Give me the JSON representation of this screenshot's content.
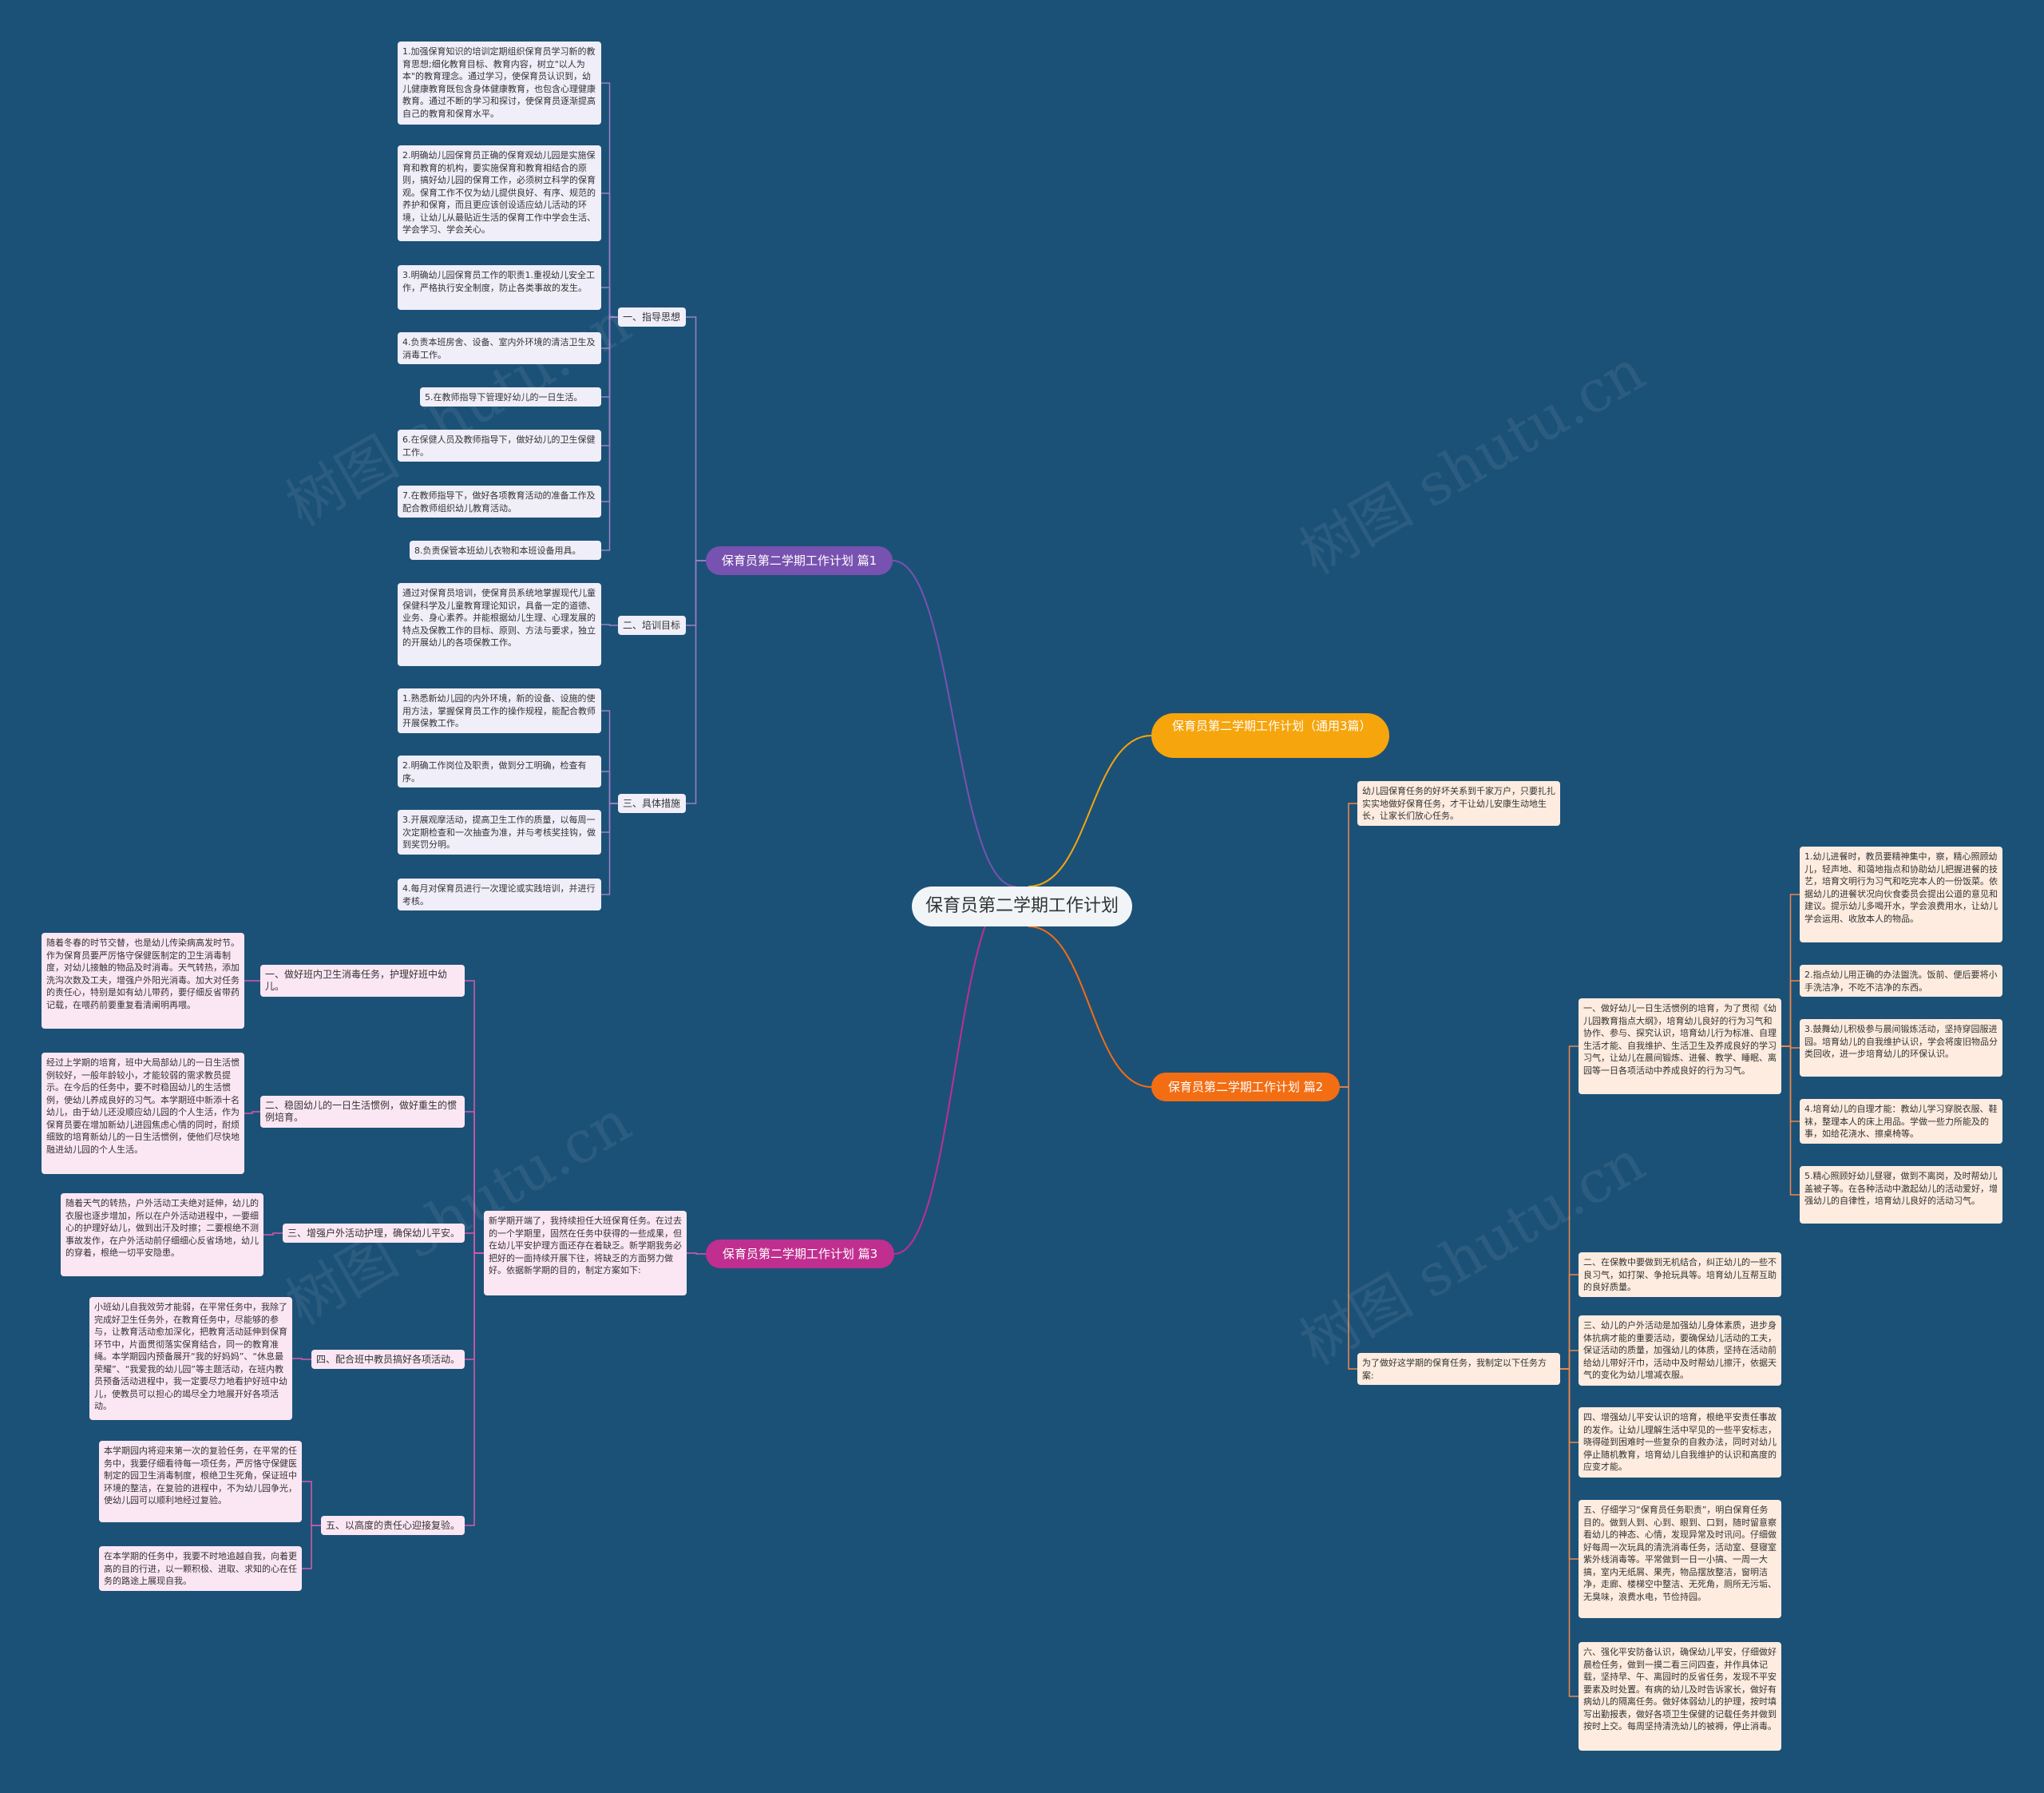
{
  "root": "保育员第二学期工作计划",
  "watermark": "树图 shutu.cn",
  "colors": {
    "background": "#1c5177",
    "branch1": "#7852b0",
    "branch2": "#f6a50c",
    "branch3": "#f36d13",
    "branch4": "#c02e8f"
  },
  "branch1": {
    "title": "保育员第二学期工作计划 篇1",
    "sec1": {
      "label": "一、指导思想",
      "items": [
        "1.加强保育知识的培训定期组织保育员学习新的教育思想;细化教育目标、教育内容，树立\"以人为本\"的教育理念。通过学习，使保育员认识到，幼儿健康教育既包含身体健康教育，也包含心理健康教育。通过不断的学习和探讨，使保育员逐渐提高自己的教育和保育水平。",
        "2.明确幼儿园保育员正确的保育观幼儿园是实施保育和教育的机构，要实施保育和教育相结合的原则，搞好幼儿园的保育工作，必须树立科学的保育观。保育工作不仅为幼儿提供良好、有序、规范的养护和保育，而且更应该创设适应幼儿活动的环境，让幼儿从最贴近生活的保育工作中学会生活、学会学习、学会关心。",
        "3.明确幼儿园保育员工作的职责1.重视幼儿安全工作，严格执行安全制度，防止各类事故的发生。",
        "4.负责本班房舍、设备、室内外环境的清洁卫生及消毒工作。",
        "5.在教师指导下管理好幼儿的一日生活。",
        "6.在保健人员及教师指导下，做好幼儿的卫生保健工作。",
        "7.在教师指导下，做好各项教育活动的准备工作及配合教师组织幼儿教育活动。",
        "8.负责保管本班幼儿衣物和本班设备用具。"
      ]
    },
    "sec2": {
      "label": "二、培训目标",
      "items": [
        "通过对保育员培训，使保育员系统地掌握现代儿童保健科学及儿童教育理论知识，具备一定的道德、业务、身心素养。并能根据幼儿生理、心理发展的特点及保教工作的目标、原则、方法与要求，独立的开展幼儿的各项保教工作。"
      ]
    },
    "sec3": {
      "label": "三、具体措施",
      "items": [
        "1.熟悉新幼儿园的内外环境，新的设备、设施的使用方法，掌握保育员工作的操作规程，能配合教师开展保教工作。",
        "2.明确工作岗位及职责，做到分工明确，检查有序。",
        "3.开展观摩活动，提高卫生工作的质量，以每周一次定期检查和一次抽查为准，并与考核奖挂钩，做到奖罚分明。",
        "4.每月对保育员进行一次理论或实践培训，并进行考核。"
      ]
    }
  },
  "branch2": {
    "title": "保育员第二学期工作计划（通用3篇）"
  },
  "branch3": {
    "title": "保育员第二学期工作计划 篇2",
    "intro": "幼儿园保育任务的好坏关系到千家万户，只要扎扎实实地做好保育任务，才干让幼儿安康生动地生长，让家长们放心任务。",
    "plan": "为了做好这学期的保育任务，我制定以下任务方案:",
    "items": [
      "一、做好幼儿一日生活惯例的培育，为了贯彻《幼儿园教育指点大纲》，培育幼儿良好的行为习气和协作、参与、探究认识，培育幼儿行为标准、自理生活才能、自我维护、生活卫生及养成良好的学习习气，让幼儿在晨间锻炼、进餐、教学、睡眠、离园等一日各项活动中养成良好的行为习气。",
      "二、在保教中要做到无机结合，纠正幼儿的一些不良习气，如打架、争抢玩具等。培育幼儿互帮互助的良好质量。",
      "三、幼儿的户外活动是加强幼儿身体素质，进步身体抗病才能的重要活动，要确保幼儿活动的工夫，保证活动的质量，加强幼儿的体质，坚持在活动前给幼儿带好汗巾，活动中及时帮幼儿擦汗，依据天气的变化为幼儿增减衣服。",
      "四、增强幼儿平安认识的培育，根绝平安责任事故的发作。让幼儿理解生活中罕见的一些平安标志，晓得碰到困难时一些复杂的自救办法，同时对幼儿停止随机教育，培育幼儿自我维护的认识和高度的应变才能。",
      "五、仔细学习“保育员任务职责”，明白保育任务目的。做到人到、心到、眼到、口到，随时留意察看幼儿的神态、心情，发现异常及时讯问。仔细做好每周一次玩具的清洗消毒任务，活动室、昼寝室紫外线消毒等。平常做到一日一小搞、一周一大搞，室内无纸屑、果壳，物品摆放整洁，窗明洁净，走廊、楼梯空中整洁、无死角，厕所无污垢、无臭味，浪费水电，节俭持园。",
      "六、强化平安防备认识，确保幼儿平安，仔细做好晨检任务，做到一摸二看三问四查，并作具体记载，坚持早、午、离园时的反省任务，发现不平安要素及时处置。有病的幼儿及时告诉家长，做好有病幼儿的隔离任务。做好体弱幼儿的护理，按时填写出勤报表，做好各项卫生保健的记载任务并做到按时上交。每周坚持清洗幼儿的被褥，停止消毒。"
    ],
    "sub": [
      "1.幼儿进餐时，教员要精神集中，察，精心照顾幼儿，轻声地、和蔼地指点和协助幼儿把握进餐的技艺，培育文明行为习气和吃完本人的一份饭菜。依据幼儿的进餐状况向伙食委员会提出公道的意见和建议。提示幼儿多喝开水，学会浪费用水，让幼儿学会运用、收放本人的物品。",
      "2.指点幼儿用正确的办法盥洗。饭前、便后要将小手洗洁净，不吃不洁净的东西。",
      "3.鼓舞幼儿积极参与晨间锻炼活动，坚持穿园服进园。培育幼儿的自我维护认识，学会将废旧物品分类回收，进一步培育幼儿的环保认识。",
      "4.培育幼儿的自理才能：教幼儿学习穿脱衣服、鞋袜，整理本人的床上用品。学做一些力所能及的事，如给花浇水、擦桌椅等。",
      "5.精心照顾好幼儿昼寝，做到不离岗，及时帮幼儿盖被子等。在各种活动中激起幼儿的活动爱好，增强幼儿的自律性，培育幼儿良好的活动习气。"
    ]
  },
  "branch4": {
    "title": "保育员第二学期工作计划 篇3",
    "intro": "新学期开端了，我持续担任大班保育任务。在过去的一个学期里，固然在任务中获得的一些成果，但在幼儿平安护理方面还存在着缺乏。新学期我务必把好的一面持续开展下往，将缺乏的方面努力做好。依据新学期的目的，制定方案如下:",
    "secs": [
      {
        "label": "一、做好班内卫生消毒任务，护理好班中幼儿。",
        "items": [
          "随着冬春的时节交替，也是幼儿传染病高发时节。作为保育员要严厉恪守保健医制定的卫生消毒制度，对幼儿接触的物品及时消毒。天气转热，添加洗沟次数及工夫，增强户外阳光消毒。加大对任务的责任心，特别是如有幼儿带药，要仔细反省带药记载，在喂药前要重复看清阐明再喂。"
        ]
      },
      {
        "label": "二、稳固幼儿的一日生活惯例，做好重生的惯例培育。",
        "items": [
          "经过上学期的培育，班中大局部幼儿的一日生活惯例较好，一般年龄较小，才能较弱的需求教员提示。在今后的任务中，要不时稳固幼儿的生活惯例，使幼儿养成良好的习气。本学期班中新添十名幼儿，由于幼儿还没顺应幼儿园的个人生活，作为保育员要在增加新幼儿进园焦虑心情的同时，耐烦细致的培育新幼儿的一日生活惯例，使他们尽快地融进幼儿园的个人生活。"
        ]
      },
      {
        "label": "三、增强户外活动护理，确保幼儿平安。",
        "items": [
          "随着天气的转热，户外活动工夫绝对延伸，幼儿的衣服也逐步增加，所以在户外活动进程中，一要细心的护理好幼儿，做到出汗及时擦；二要根绝不测事故发作，在户外活动前仔细细心反省场地，幼儿的穿着，根绝一切平安隐患。"
        ]
      },
      {
        "label": "四、配合班中教员搞好各项活动。",
        "items": [
          "小班幼儿自我效劳才能弱，在平常任务中，我除了完成好卫生任务外，在教育任务中，尽能够的参与，让教育活动愈加深化，把教育活动延伸到保育环节中，片面贯彻落实保育结合，同一的教育准绳。本学期园内预备展开“我的好妈妈”、“休息最荣耀”、“我爱我的幼儿园”等主题活动，在班内教员预备活动进程中，我一定要尽力地看护好班中幼儿，使教员可以担心的竭尽全力地展开好各项活动。"
        ]
      },
      {
        "label": "五、以高度的责任心迎接复验。",
        "items": [
          "本学期园内将迎来第一次的复验任务，在平常的任务中，我要仔细看待每一项任务，严厉恪守保健医制定的园卫生消毒制度，根绝卫生死角，保证班中环境的整洁，在复验的进程中，不为幼儿园争光，使幼儿园可以顺利地经过复验。",
          "在本学期的任务中，我要不时地追越自我，向着更高的目的行进，以一颗积极、进取、求知的心在任务的路途上展现自我。"
        ]
      }
    ]
  }
}
